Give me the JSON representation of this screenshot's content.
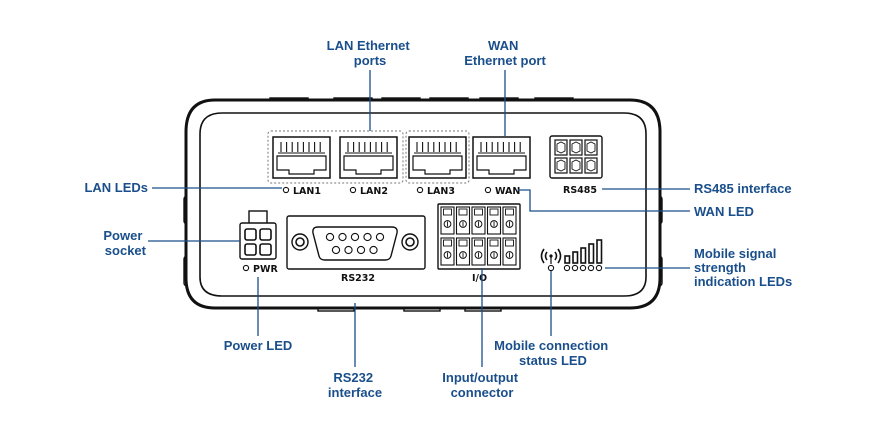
{
  "callouts": {
    "lan_ethernet_ports": [
      "LAN Ethernet",
      "ports"
    ],
    "wan_ethernet_port": [
      "WAN",
      "Ethernet port"
    ],
    "lan_leds": "LAN LEDs",
    "power_socket": [
      "Power",
      "socket"
    ],
    "rs485_interface": "RS485 interface",
    "wan_led": "WAN LED",
    "mobile_signal_leds": [
      "Mobile signal",
      "strength",
      "indication LEDs"
    ],
    "power_led": "Power LED",
    "rs232_interface": [
      "RS232",
      "interface"
    ],
    "io_connector": [
      "Input/output",
      "connector"
    ],
    "mobile_connection_led": [
      "Mobile connection",
      "status LED"
    ]
  },
  "panel_labels": {
    "lan1": "LAN1",
    "lan2": "LAN2",
    "lan3": "LAN3",
    "wan": "WAN",
    "rs485": "RS485",
    "pwr": "PWR",
    "rs232": "RS232",
    "io": "I/O"
  },
  "colors": {
    "callout_text": "#1a4f8b",
    "leader_line": "#1a4f8b",
    "device_outline": "#111111"
  },
  "icons": {
    "antenna": "antenna-icon",
    "signal_bars": "signal-bars-icon"
  }
}
